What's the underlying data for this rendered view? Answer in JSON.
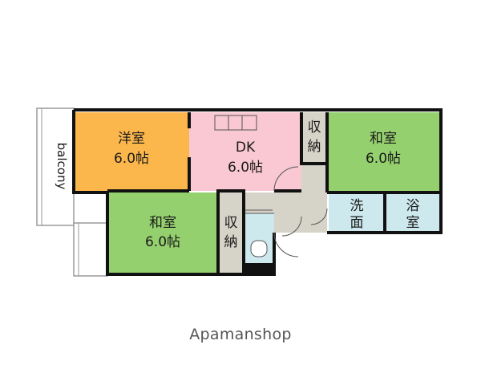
{
  "rooms": {
    "western_room": {
      "name": "洋室",
      "size": "6.0帖",
      "color": "#FBB64C"
    },
    "dk": {
      "name": "DK",
      "size": "6.0帖",
      "color": "#F9C8D2"
    },
    "storage_top": {
      "line1": "収",
      "line2": "納",
      "color": "#D6D3C8"
    },
    "japanese_room_right": {
      "name": "和室",
      "size": "6.0帖",
      "color": "#95D06E"
    },
    "japanese_room_left": {
      "name": "和室",
      "size": "6.0帖",
      "color": "#95D06E"
    },
    "storage_left": {
      "line1": "収",
      "line2": "納",
      "color": "#D6D3C8"
    },
    "washroom": {
      "line1": "洗",
      "line2": "面",
      "color": "#CDE9EE"
    },
    "bathroom": {
      "line1": "浴",
      "line2": "室",
      "color": "#CDE9EE"
    },
    "entrance_color": "#D6D3C8"
  },
  "balcony": {
    "label": "balcony"
  },
  "brand": {
    "text": "Apamanshop"
  }
}
